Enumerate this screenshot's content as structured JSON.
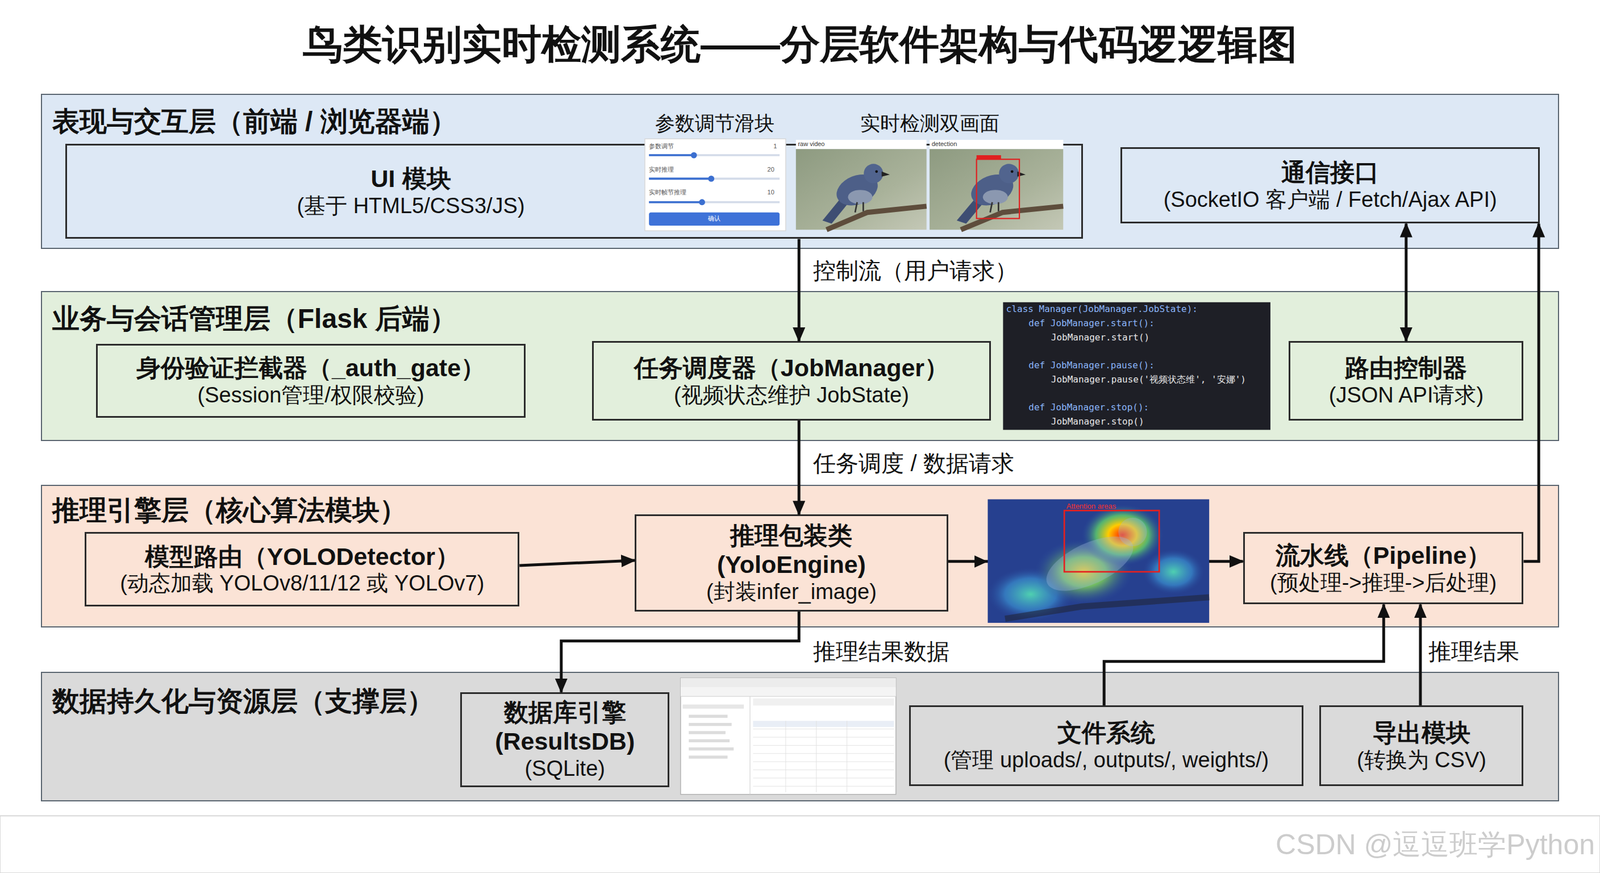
{
  "diagram": {
    "title": "鸟类识别实时检测系统——分层软件架构与代码逻逻辑图",
    "nodes": [
      {
        "text": [
          "表现与交互层（前端 / 浏览器端）"
        ]
      },
      {
        "text": [
          "UI 模块",
          "(基于 HTML5/CSS3/JS)"
        ],
        "in": 0
      },
      {
        "text": [
          "通信接口",
          "(SocketIO 客户端 / Fetch/Ajax API)"
        ],
        "in": 0
      },
      {
        "text": [
          "业务与会话管理层（Flask 后端）"
        ]
      },
      {
        "text": [
          "身份验证拦截器（_auth_gate）",
          "(Session管理/权限校验)"
        ],
        "in": 3
      },
      {
        "text": [
          "任务调度器（JobManager）",
          "(视频状态维护 JobState)"
        ],
        "in": 3
      },
      {
        "text": [
          "路由控制器",
          "(JSON API请求)"
        ],
        "in": 3
      },
      {
        "text": [
          "推理引擎层（核心算法模块）"
        ]
      },
      {
        "text": [
          "模型路由（YOLODetector）",
          "(动态加载 YOLOv8/11/12 或 YOLOv7)"
        ],
        "in": 7
      },
      {
        "text": [
          "推理包装类 (YoloEngine)",
          "(封装infer_image)"
        ],
        "in": 7
      },
      {
        "text": [
          "流水线（Pipeline）",
          "(预处理->推理->后处理)"
        ],
        "in": 7
      },
      {
        "text": [
          "数据持久化与资源层（支撑层）"
        ]
      },
      {
        "text": [
          "数据库引擎 (ResultsDB)",
          "(SQLite)"
        ],
        "in": 11
      },
      {
        "text": [
          "文件系统",
          "(管理 uploads/, outputs/, weights/)"
        ],
        "in": 11
      },
      {
        "text": [
          "导出模块",
          "(转换为 CSV)"
        ],
        "in": 11
      }
    ],
    "edges": [
      {
        "from": 1,
        "to": 5,
        "label": "控制流（用户请求）",
        "arrow": "to"
      },
      {
        "from": 5,
        "to": 9,
        "label": "任务调度 / 数据请求",
        "arrow": "to"
      },
      {
        "from": 8,
        "to": 9,
        "arrow": "to"
      },
      {
        "from": 9,
        "to": 10,
        "arrow": "to"
      },
      {
        "from": 10,
        "to": 2,
        "arrow": "to"
      },
      {
        "from": 2,
        "to": 6,
        "arrow": "both"
      },
      {
        "from": 9,
        "to": 12,
        "label": "推理结果数据",
        "arrow": "to"
      },
      {
        "from": 13,
        "to": 10,
        "arrow": "to"
      },
      {
        "from": 14,
        "to": 10,
        "label": "推理结果",
        "arrow": "to"
      }
    ],
    "labels": [
      "参数调节滑块",
      "实时检测双画面",
      "参数调节",
      "1",
      "实时推理",
      "20",
      "实时帧节推理",
      "10",
      "确认",
      "raw video",
      "detection",
      "class Manager(JobManager.JobState):",
      "def JobManager.start():",
      "JobManager.start()",
      "def JobManager.pause():",
      "JobManager.pause('视频状态维', '安娜')",
      "def JobManager.stop():",
      "JobManager.stop()",
      "Attention areas",
      "CSDN @逗逗班学Python"
    ]
  }
}
